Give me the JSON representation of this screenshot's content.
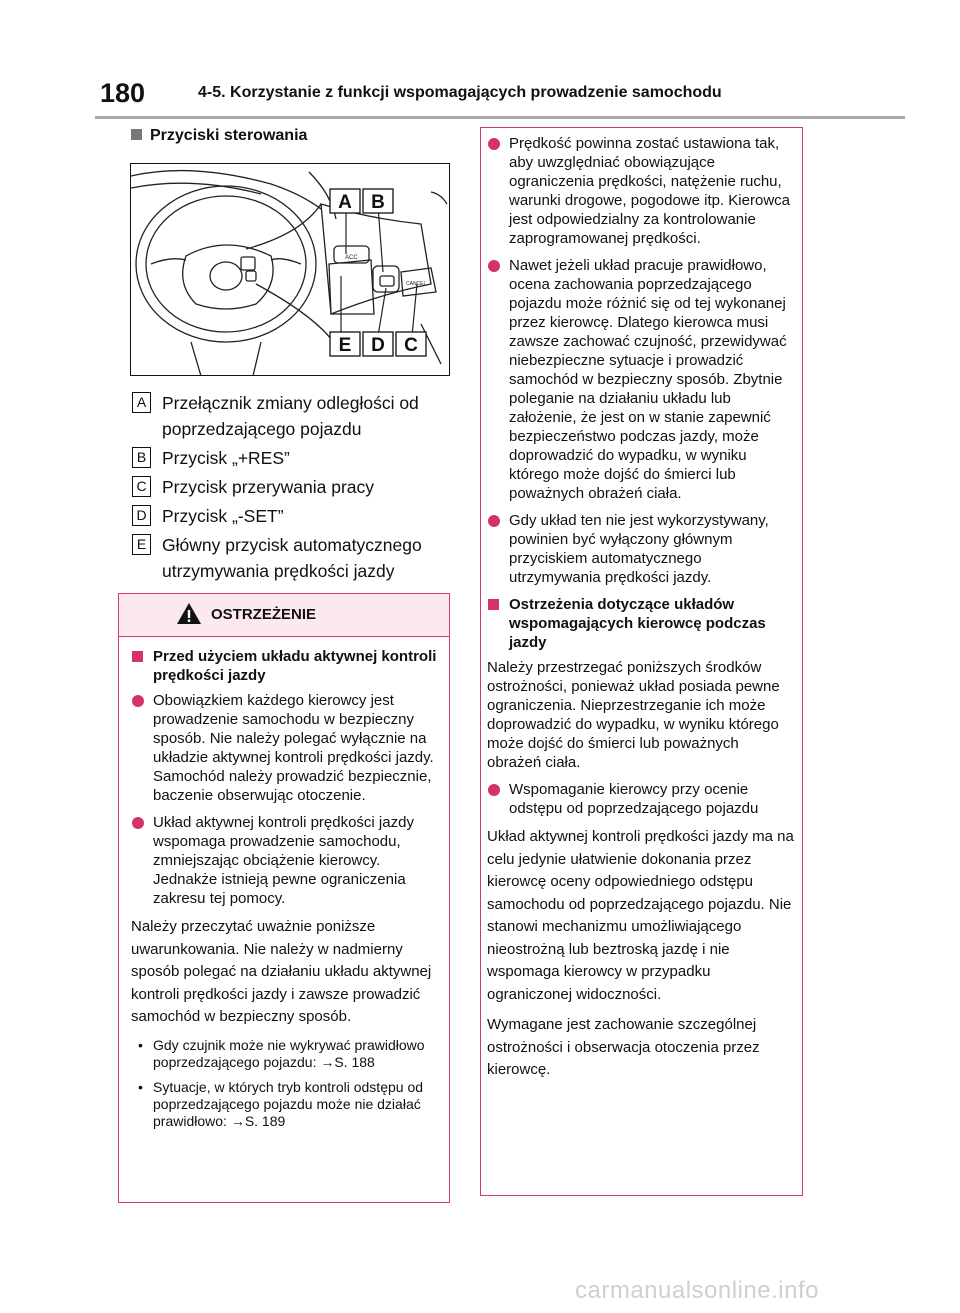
{
  "header": {
    "page_number": "180",
    "title": "4-5. Korzystanie z funkcji wspomagających prowadzenie samochodu"
  },
  "section": {
    "heading": "Przyciski sterowania"
  },
  "figure": {
    "callouts": [
      "A",
      "B",
      "E",
      "D",
      "C"
    ],
    "button_labels": {
      "acc": "ACC",
      "cancel": "CANCEL"
    }
  },
  "legend": [
    {
      "letter": "A",
      "text": "Przełącznik zmiany odległości od poprzedzającego pojazdu"
    },
    {
      "letter": "B",
      "text": "Przycisk „+RES”"
    },
    {
      "letter": "C",
      "text": "Przycisk przerywania pracy"
    },
    {
      "letter": "D",
      "text": "Przycisk „-SET”"
    },
    {
      "letter": "E",
      "text": "Główny przycisk automatycznego utrzymywania prędkości jazdy"
    }
  ],
  "warning": {
    "label": "OSTRZEŻENIE",
    "subheading": "Przed użyciem układu aktywnej kontroli prędkości jazdy",
    "bullets": [
      "Obowiązkiem każdego kierowcy jest prowadzenie samochodu w bezpieczny sposób. Nie należy polegać wyłącznie na układzie aktywnej kontroli prędkości jazdy. Samochód należy prowadzić bezpiecznie, baczenie obserwując otoczenie.",
      "Układ aktywnej kontroli prędkości jazdy wspomaga prowadzenie samochodu, zmniejszając obciążenie kierowcy. Jednakże istnieją pewne ograniczenia zakresu tej pomocy."
    ],
    "paragraph": "Należy przeczytać uważnie poniższe uwarunkowania. Nie należy w nadmierny sposób polegać na działaniu układu aktywnej kontroli prędkości jazdy i zawsze prowadzić samochód w bezpieczny sposób.",
    "notes": [
      "Gdy czujnik może nie wykrywać prawidłowo poprzedzającego pojazdu: →S. 188",
      "Sytuacje, w których tryb kontroli odstępu od poprzedzającego pojazdu może nie działać prawidłowo: →S. 189"
    ]
  },
  "right": {
    "bullets": [
      "Prędkość powinna zostać ustawiona tak, aby uwzględniać obowiązujące ograniczenia prędkości, natężenie ruchu, warunki drogowe, pogodowe itp. Kierowca jest odpowiedzialny za kontrolowanie zaprogramowanej prędkości.",
      "Nawet jeżeli układ pracuje prawidłowo, ocena zachowania poprzedzającego pojazdu może różnić się od tej wykonanej przez kierowcę. Dlatego kierowca musi zawsze zachować czujność, przewidywać niebezpieczne sytuacje i prowadzić samochód w bezpieczny sposób. Zbytnie poleganie na działaniu układu lub założenie, że jest on w stanie zapewnić bezpieczeństwo podczas jazdy, może doprowadzić do wypadku, w wyniku którego może dojść do śmierci lub poważnych obrażeń ciała.",
      "Gdy układ ten nie jest wykorzystywany, powinien być wyłączony głównym przyciskiem automatycznego utrzymywania prędkości jazdy."
    ],
    "subheading": "Ostrzeżenia dotyczące układów wspomagających kierowcę podczas jazdy",
    "para1": "Należy przestrzegać poniższych środków ostrożności, ponieważ układ posiada pewne ograniczenia. Nieprzestrzeganie ich może doprowadzić do wypadku, w wyniku którego może dojść do śmierci lub poważnych obrażeń ciała.",
    "bullet_last": "Wspomaganie kierowcy przy ocenie odstępu od poprzedzającego pojazdu",
    "para2": "Układ aktywnej kontroli prędkości jazdy ma na celu jedynie ułatwienie dokonania przez kierowcę oceny odpowiedniego odstępu samochodu od poprzedzającego pojazdu. Nie stanowi mechanizmu umożliwiającego nieostrożną lub beztroską jazdę i nie wspomaga kierowcy w przypadku ograniczonej widoczności.",
    "para3": "Wymagane jest zachowanie szczególnej ostrożności i obserwacja otoczenia przez kierowcę."
  },
  "watermark": "carmanualsonline.info"
}
